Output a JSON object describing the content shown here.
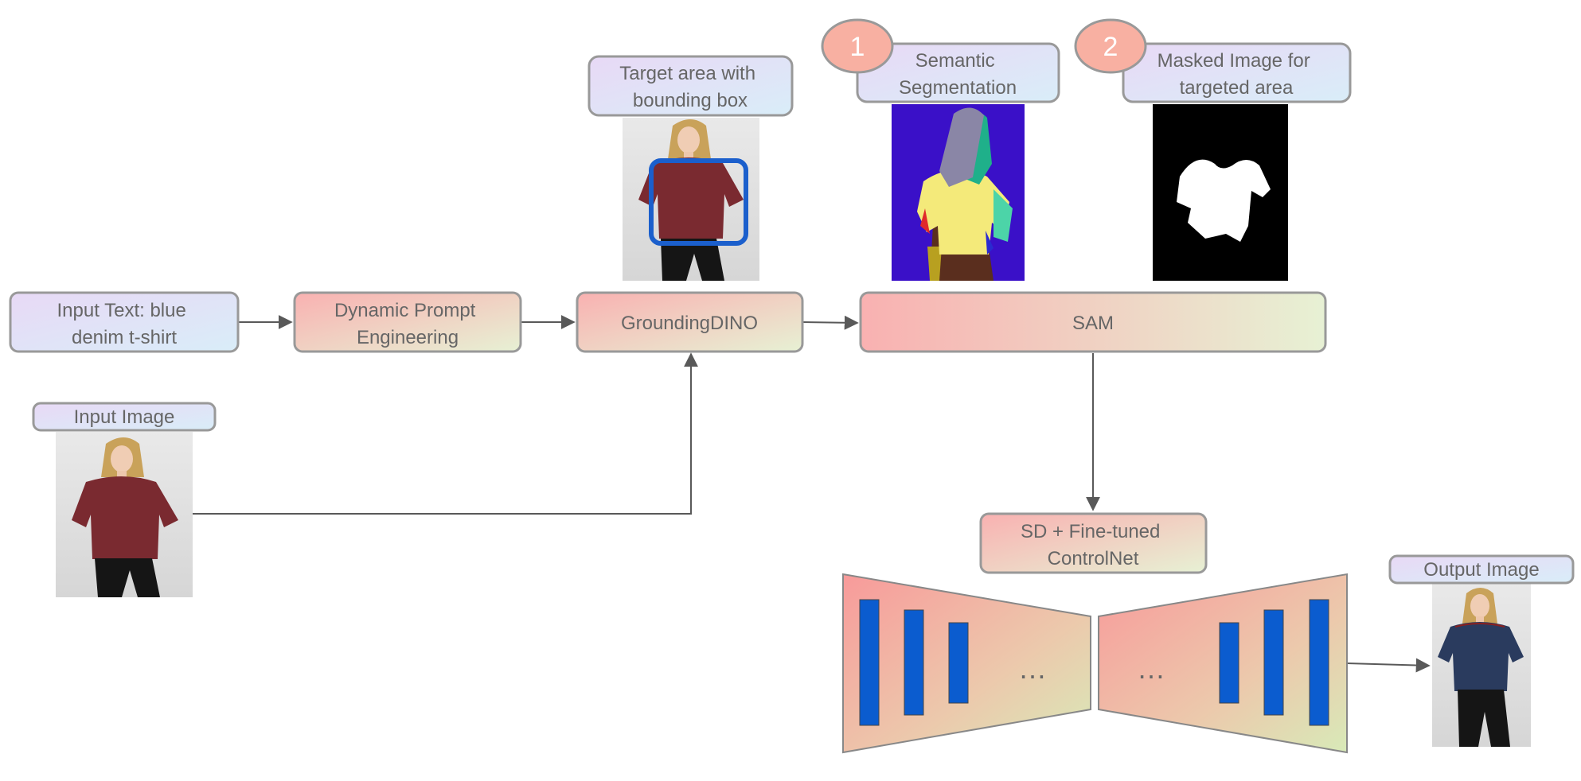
{
  "boxes": {
    "input_text": [
      "Input Text: blue",
      "denim t-shirt"
    ],
    "dynamic_prompt": [
      "Dynamic Prompt",
      "Engineering"
    ],
    "grounding_dino": "GroundingDINO",
    "sam": "SAM",
    "sd_controlnet": [
      "SD + Fine-tuned",
      "ControlNet"
    ]
  },
  "labels": {
    "input_image": "Input Image",
    "target_area": [
      "Target area with",
      "bounding box"
    ],
    "semantic_segmentation": [
      "Semantic",
      "Segmentation"
    ],
    "masked_image": [
      "Masked Image for",
      "targeted area"
    ],
    "output_image": "Output Image"
  },
  "badges": {
    "one": "1",
    "two": "2"
  },
  "network": {
    "encoder_ellipsis": "…",
    "decoder_ellipsis": "…"
  },
  "colors": {
    "box_stroke": "#999999",
    "text": "#666666",
    "arrow": "#595959",
    "label_purple": "#e6dcf5",
    "label_blue": "#dcecf8",
    "box_pink": "#f8b6b6",
    "box_green": "#e6f0d2",
    "badge_fill": "#f8b0a2",
    "bbox_blue": "#1b5fcc",
    "network_block": "#0b5ccf",
    "seg_background": "#3a10c8",
    "shirt_maroon": "#7a2a30",
    "shirt_denim": "#2a3b5e"
  }
}
